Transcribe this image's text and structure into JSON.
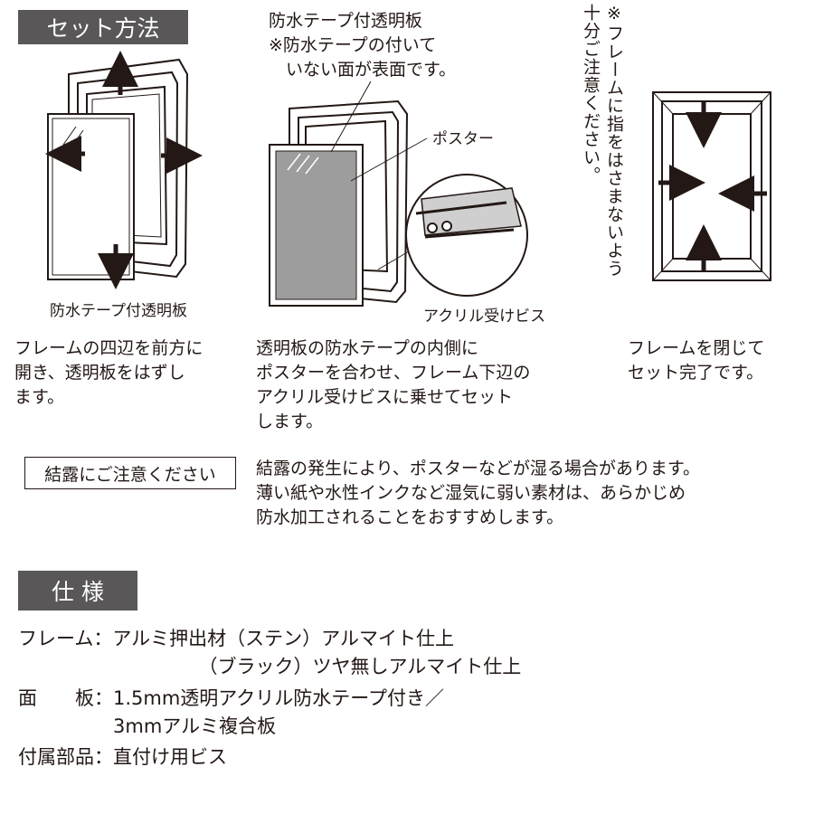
{
  "setup": {
    "heading": "セット方法",
    "step1": {
      "label": "防水テープ付透明板",
      "caption": "フレームの四辺を前方に\n開き、透明板をはずし\nます。"
    },
    "step2": {
      "top_label": "防水テープ付透明板\n※防水テープの付いて\n　いない面が表面です。",
      "poster_label": "ポスター",
      "screw_label": "アクリル受けビス",
      "caption": "透明板の防水テープの内側に\nポスターを合わせ、フレーム下辺の\nアクリル受けビスに乗せてセット\nします。"
    },
    "step3": {
      "warning_vertical": "※フレームに指をはさまないよう\n十分ご注意ください。",
      "caption": "フレームを閉じて\nセット完了です。"
    }
  },
  "condensation": {
    "label": "結露にご注意ください",
    "text": "結露の発生により、ポスターなどが湿る場合があります。\n薄い紙や水性インクなど湿気に弱い素材は、あらかじめ\n防水加工されることをおすすめします。"
  },
  "spec": {
    "heading": "仕 様",
    "lines": [
      "フレーム：アルミ押出材（ステン）アルマイト仕上",
      "　　　　　　　　　　（ブラック）ツヤ無しアルマイト仕上",
      "面　　板：1.5mm透明アクリル防水テープ付き／",
      "　　　　　3mmアルミ複合板",
      "付属部品：直付け用ビス"
    ]
  }
}
